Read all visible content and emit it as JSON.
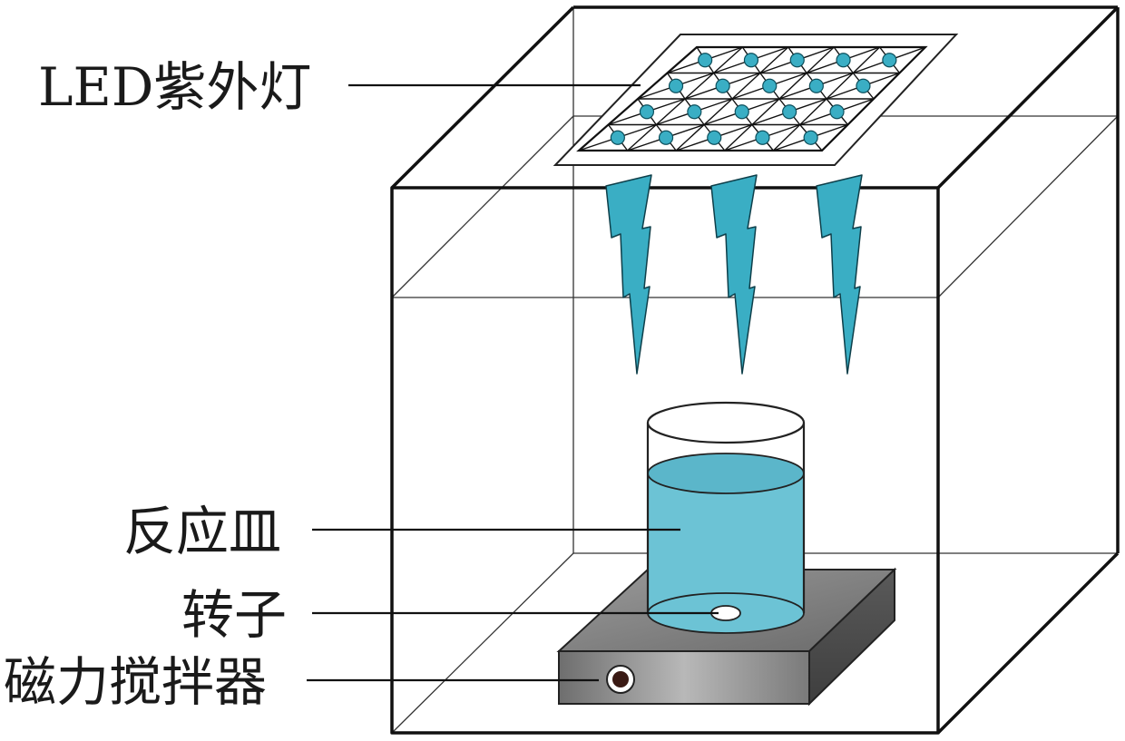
{
  "labels": {
    "led": "LED紫外灯",
    "dish": "反应皿",
    "rotor": "转子",
    "stirrer": "磁力搅拌器"
  },
  "colors": {
    "accent": "#3aaec4",
    "liquid": "#6cc3d5",
    "led_dot": "#3aaec4",
    "stirrer": "#8f8f8f",
    "outline": "#111111"
  },
  "led_grid": {
    "rows": 4,
    "cols": 5
  },
  "light_beams": 3
}
